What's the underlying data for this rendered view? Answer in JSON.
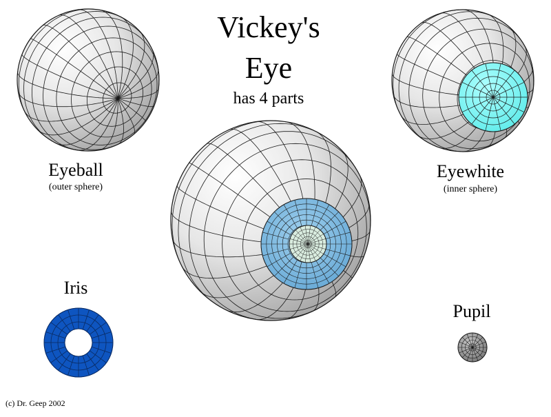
{
  "title": {
    "line1": "Vickey's",
    "line2": "Eye",
    "subtitle": "has 4 parts"
  },
  "parts": {
    "eyeball": {
      "label": "Eyeball",
      "sublabel": "(outer sphere)"
    },
    "eyewhite": {
      "label": "Eyewhite",
      "sublabel": "(inner sphere)"
    },
    "iris": {
      "label": "Iris"
    },
    "pupil": {
      "label": "Pupil"
    }
  },
  "copyright": "(c) Dr. Geep 2002",
  "colors": {
    "sphere_fill": "#d6d6d6",
    "sphere_highlight": "#ffffff",
    "wire": "#1a1a1a",
    "eyewhite_cyan": "#7ffdfb",
    "iris_blue": "#0e55c0",
    "iris_blue_dark": "#0a3f94",
    "iris_light_blue": "#7ab7de",
    "pupil_light": "#d9ecdf",
    "pupil_gray": "#8a8a8a"
  }
}
